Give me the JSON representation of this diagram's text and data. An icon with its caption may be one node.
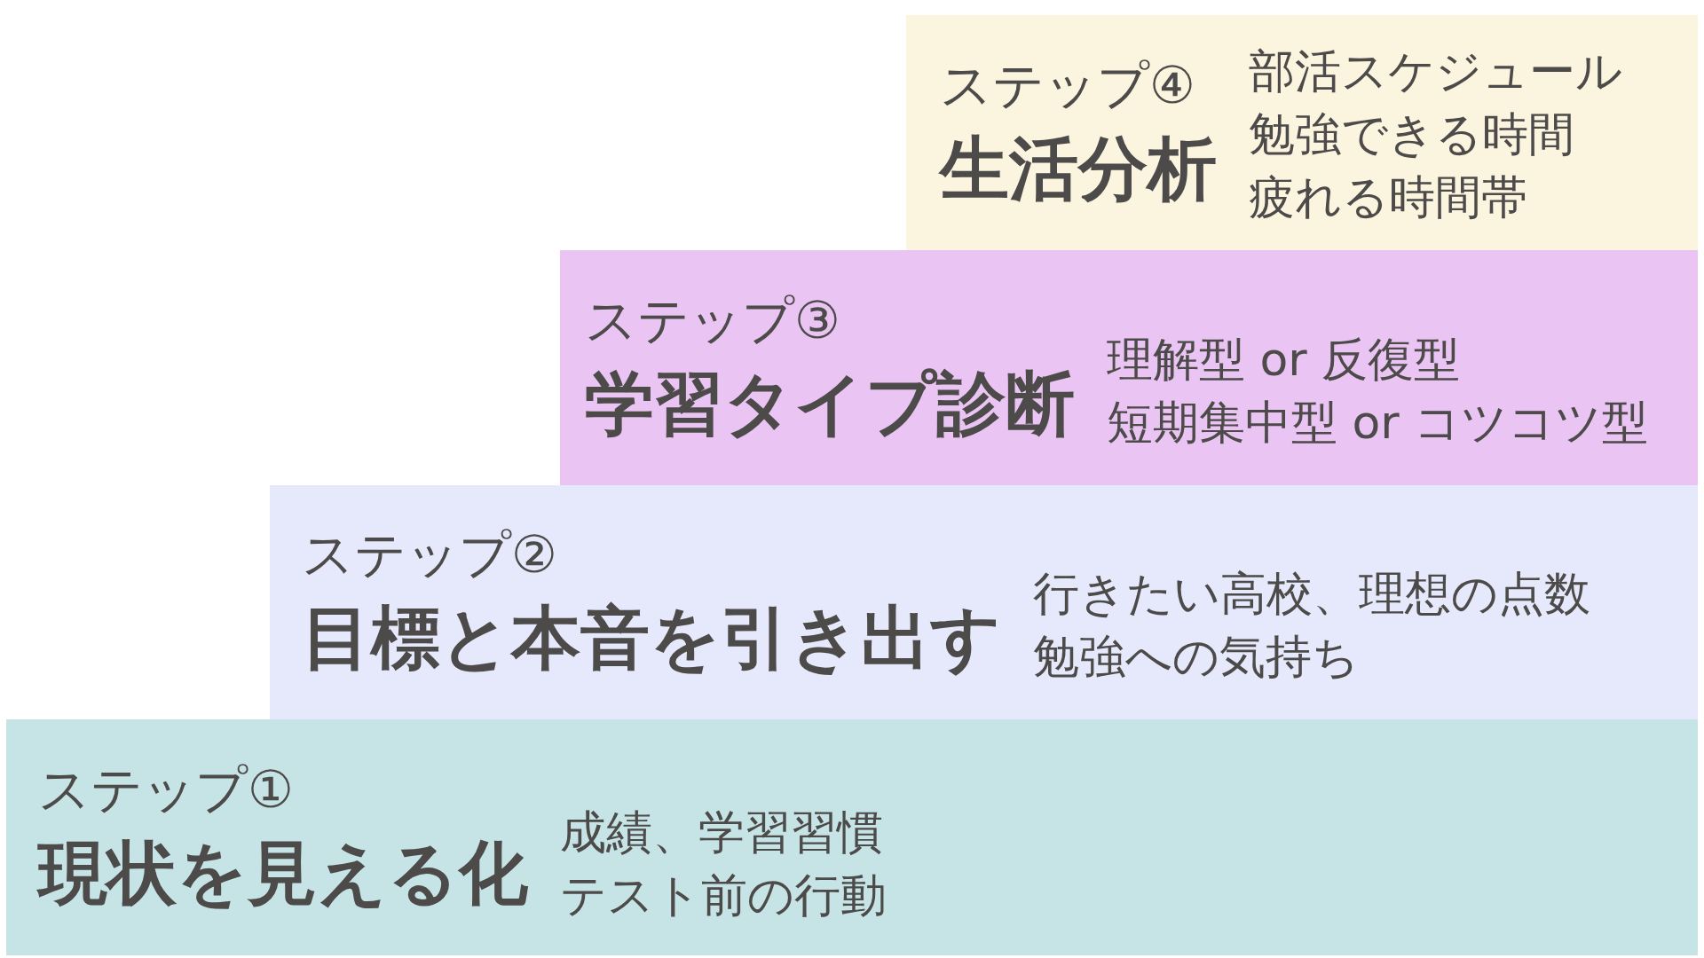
{
  "diagram": {
    "nodes": [
      {
        "text": [
          "ステップ①",
          "現状を見える化",
          "成績、学習習慣",
          "テスト前の行動"
        ]
      },
      {
        "text": [
          "ステップ②",
          "目標と本音を引き出す",
          "行きたい高校、理想の点数",
          "勉強への気持ち"
        ]
      },
      {
        "text": [
          "ステップ③",
          "学習タイプ診断",
          "理解型 or 反復型",
          "短期集中型 or コツコツ型"
        ]
      },
      {
        "text": [
          "ステップ④",
          "生活分析",
          "部活スケジュール",
          "勉強できる時間",
          "疲れる時間帯"
        ]
      }
    ]
  }
}
